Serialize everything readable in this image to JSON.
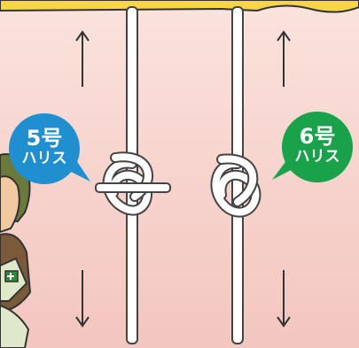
{
  "left_bubble": {
    "number": "5号",
    "label": "ハリス",
    "color": "#1f8fd0"
  },
  "right_bubble": {
    "number": "6号",
    "label": "ハリス",
    "color": "#19a24a"
  },
  "arrows": {
    "up": "↑",
    "down": "↓"
  },
  "line_color": "#ffffff",
  "outline_color": "#444444"
}
